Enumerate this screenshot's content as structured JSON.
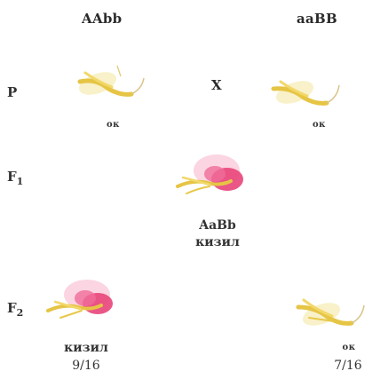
{
  "parents": {
    "left_genotype": "AAbb",
    "right_genotype": "aaBB",
    "cross_symbol": "X",
    "left_color": "ок",
    "right_color": "ок"
  },
  "labels": {
    "p": "P",
    "f1_base": "F",
    "f1_sub": "1",
    "f2_base": "F",
    "f2_sub": "2"
  },
  "f1": {
    "genotype": "AaBb",
    "color": "кизил"
  },
  "f2": {
    "left_color": "кизил",
    "left_ratio": "9/16",
    "right_color": "ок",
    "right_ratio": "7/16"
  },
  "colors": {
    "white_petal": "#f4e9a0",
    "yellow_stem": "#e8c84a",
    "red_petal": "#e8457a",
    "pink_glow": "#f7b3c8"
  }
}
